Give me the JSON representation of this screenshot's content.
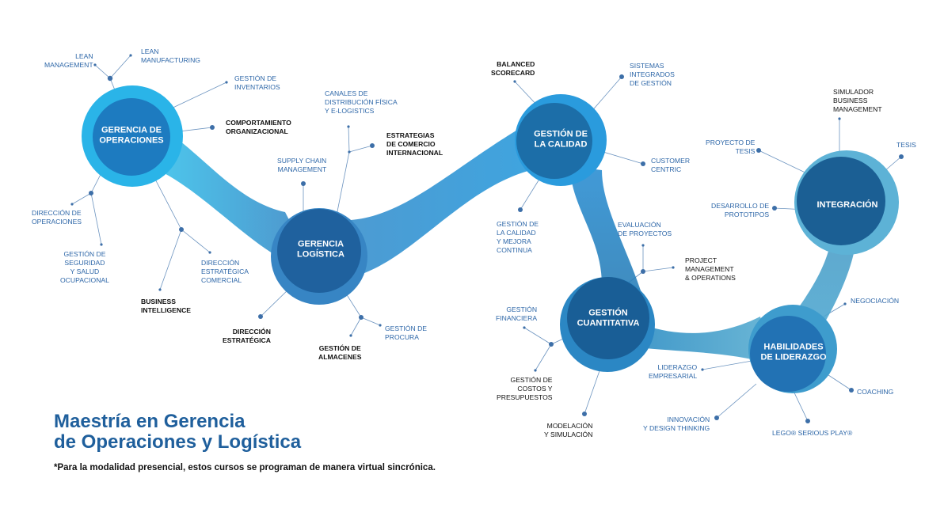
{
  "hubs": {
    "operaciones": "GERENCIA DE\nOPERACIONES",
    "logistica": "GERENCIA\nLOGÍSTICA",
    "calidad": "GESTIÓN DE\nLA CALIDAD",
    "cuantitativa": "GESTIÓN\nCUANTITATIVA",
    "liderazgo": "HABILIDADES\nDE LIDERAZGO",
    "integracion": "INTEGRACIÓN"
  },
  "courses": {
    "lean_management": "LEAN\nMANAGEMENT",
    "lean_manufacturing": "LEAN\nMANUFACTURING",
    "gestion_inventarios": "GESTIÓN DE\nINVENTARIOS",
    "comportamiento": "COMPORTAMIENTO\nORGANIZACIONAL",
    "direccion_operaciones": "DIRECCIÓN DE\nOPERACIONES",
    "seguridad": "GESTIÓN DE\nSEGURIDAD\nY SALUD\nOCUPACIONAL",
    "direccion_comercial": "DIRECCIÓN\nESTRATÉGICA\nCOMERCIAL",
    "business_intelligence": "BUSINESS\nINTELLIGENCE",
    "canales": "CANALES DE\nDISTRIBUCIÓN FÍSICA\nY E-LOGISTICS",
    "estrategias_comercio": "ESTRATEGIAS\nDE COMERCIO\nINTERNACIONAL",
    "supply_chain": "SUPPLY CHAIN\nMANAGEMENT",
    "direccion_estrategica": "DIRECCIÓN\nESTRATÉGICA",
    "almacenes": "GESTIÓN DE\nALMACENES",
    "procura": "GESTIÓN DE\nPROCURA",
    "balanced": "BALANCED\nSCORECARD",
    "sistemas": "SISTEMAS\nINTEGRADOS\nDE GESTIÓN",
    "customer": "CUSTOMER\nCENTRIC",
    "mejora": "GESTIÓN DE\nLA CALIDAD\nY MEJORA\nCONTINUA",
    "evaluacion": "EVALUACIÓN\nDE PROYECTOS",
    "project_mgmt": "PROJECT\nMANAGEMENT\n& OPERATIONS",
    "financiera": "GESTIÓN\nFINANCIERA",
    "costos": "GESTIÓN DE\nCOSTOS Y\nPRESUPUESTOS",
    "modelacion": "MODELACIÓN\nY SIMULACIÓN",
    "simulador": "SIMULADOR\nBUSINESS\nMANAGEMENT",
    "proyecto_tesis": "PROYECTO DE\nTESIS",
    "tesis": "TESIS",
    "desarrollo_prototipos": "DESARROLLO DE\nPROTOTIPOS",
    "negociacion": "NEGOCIACIÓN",
    "liderazgo_empresarial": "LIDERAZGO\nEMPRESARIAL",
    "coaching": "COACHING",
    "innovacion": "INNOVACIÓN\nY DESIGN THINKING",
    "lego": "LEGO® SERIOUS PLAY®"
  },
  "title": "Maestría en Gerencia\nde Operaciones y Logística",
  "note": "*Para la modalidad presencial, estos cursos se programan de manera virtual sincrónica.",
  "colors": {
    "title": "#1f5f9c",
    "label_blue": "#2e67a8",
    "label_dark": "#111111",
    "hub_light": "#2ab4e8",
    "hub_dark": "#1b5e9a",
    "connector_dot": "#3d6fa8"
  }
}
